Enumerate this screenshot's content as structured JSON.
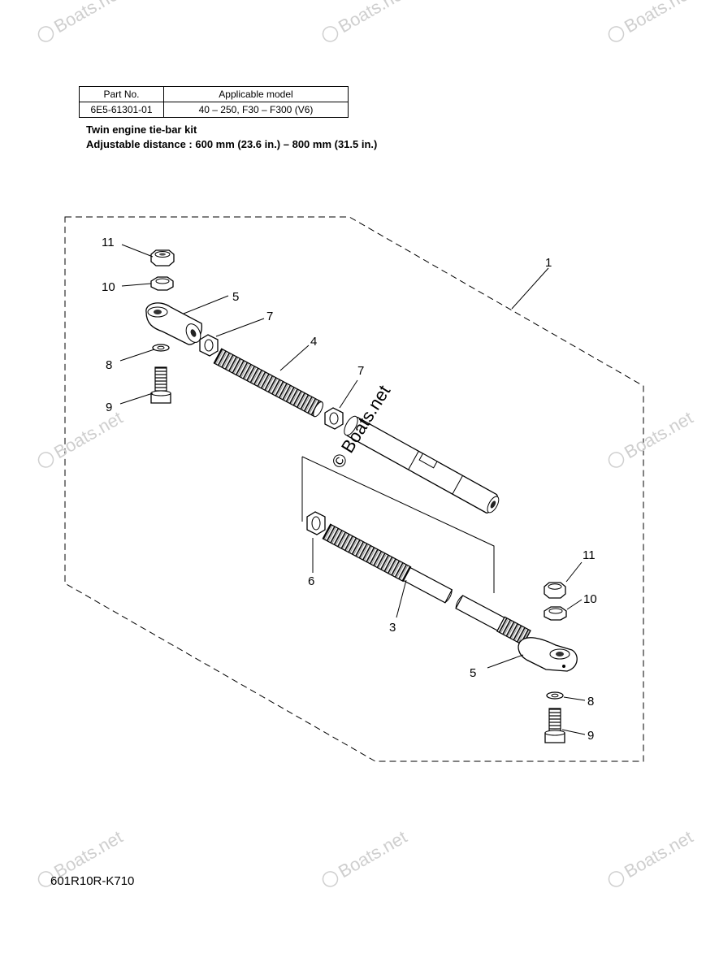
{
  "table": {
    "headers": [
      "Part No.",
      "Applicable model"
    ],
    "rows": [
      [
        "6E5-61301-01",
        "40 – 250, F30 – F300 (V6)"
      ]
    ]
  },
  "kit": {
    "title": "Twin engine tie-bar kit",
    "spec": "Adjustable distance : 600 mm (23.6 in.) – 800 mm (31.5 in.)"
  },
  "callouts": {
    "n1": "1",
    "n3": "3",
    "n4": "4",
    "n5a": "5",
    "n5b": "5",
    "n6": "6",
    "n7a": "7",
    "n7b": "7",
    "n8a": "8",
    "n8b": "8",
    "n9a": "9",
    "n9b": "9",
    "n10a": "10",
    "n10b": "10",
    "n11a": "11",
    "n11b": "11"
  },
  "watermark": "Boats.net",
  "watermark_center": "© Boats.net",
  "page_code": "601R10R-K710"
}
